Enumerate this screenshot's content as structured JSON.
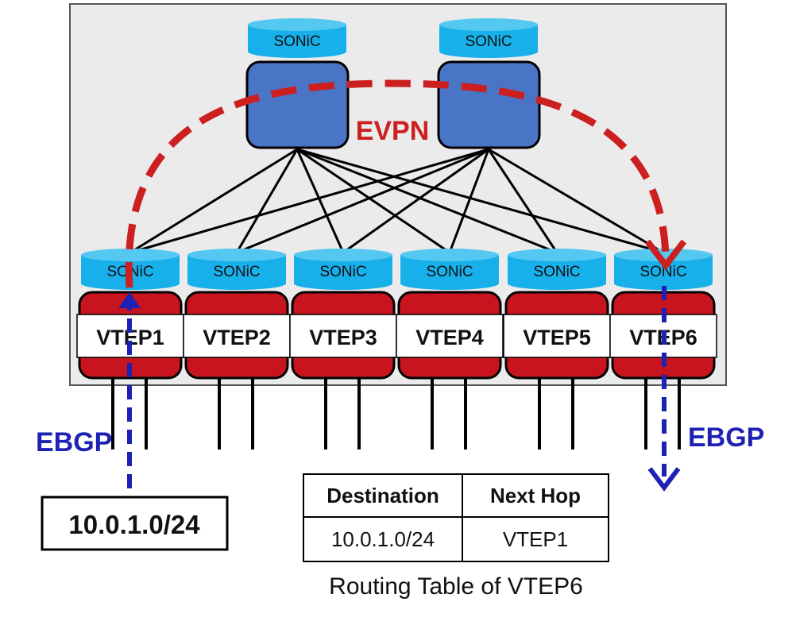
{
  "title": "",
  "spine_switches": [
    {
      "os_label": "SONiC"
    },
    {
      "os_label": "SONiC"
    }
  ],
  "leaf_switches": [
    {
      "os_label": "SONiC",
      "vtep_label": "VTEP1"
    },
    {
      "os_label": "SONiC",
      "vtep_label": "VTEP2"
    },
    {
      "os_label": "SONiC",
      "vtep_label": "VTEP3"
    },
    {
      "os_label": "SONiC",
      "vtep_label": "VTEP4"
    },
    {
      "os_label": "SONiC",
      "vtep_label": "VTEP5"
    },
    {
      "os_label": "SONiC",
      "vtep_label": "VTEP6"
    }
  ],
  "overlay": {
    "label": "EVPN",
    "from": "VTEP1",
    "to": "VTEP6",
    "color": "#cc1f1f"
  },
  "ebgp_left": {
    "label": "EBGP",
    "color": "#1e22b4"
  },
  "ebgp_right": {
    "label": "EBGP",
    "color": "#1e22b4"
  },
  "prefix_box": {
    "text": "10.0.1.0/24"
  },
  "routing_table": {
    "caption": "Routing Table of VTEP6",
    "headers": [
      "Destination",
      "Next Hop"
    ],
    "rows": [
      [
        "10.0.1.0/24",
        "VTEP1"
      ]
    ]
  },
  "colors": {
    "fabric_bg": "#ebebeb",
    "spine_fill": "#4a74c6",
    "sonic_disk": "#18b0ea",
    "vtep_red": "#c8141e",
    "link": "#000000"
  }
}
